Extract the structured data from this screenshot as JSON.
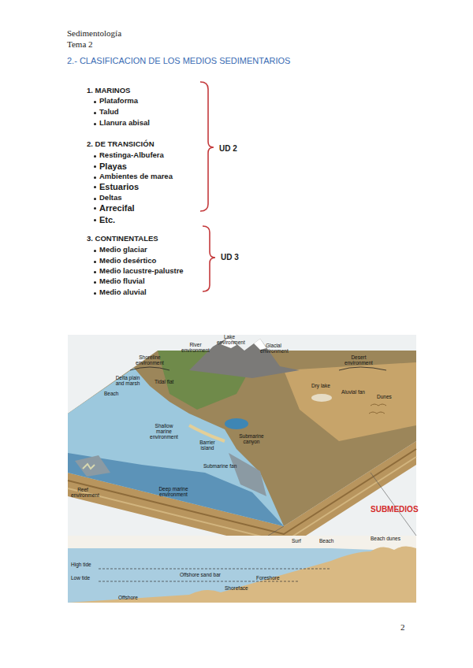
{
  "diagram": {
    "title": "2.- CLASIFICACION DE LOS MEDIOS SEDIMENTARIOS",
    "labels": [
      "Sedimentología",
      "Tema 2",
      "1. MARINOS",
      "Plataforma",
      "Talud",
      "Llanura abisal",
      "2. DE TRANSICIÓN",
      "Restinga-Albufera",
      "Playas",
      "Ambientes de marea",
      "Estuarios",
      "Deltas",
      "Arrecifal",
      "Etc.",
      "3. CONTINENTALES",
      "Medio glaciar",
      "Medio desértico",
      "Medio lacustre-palustre",
      "Medio fluvial",
      "Medio aluvial",
      "UD 2",
      "UD 3",
      "Shoreline environment",
      "River environment",
      "Lake environment",
      "Glacial environment",
      "Desert environment",
      "Delta plain and marsh",
      "Tidal flat",
      "Beach",
      "Dry lake",
      "Aluvial fan",
      "Dunes",
      "Shallow marine environment",
      "Barrier island",
      "Submarine canyon",
      "Submarine fan",
      "Reef environment",
      "Deep marine environment",
      "SUBMEDIOS",
      "Surf",
      "Beach",
      "Beach dunes",
      "High tide",
      "Low tide",
      "Offshore sand bar",
      "Foreshore",
      "Shoreface",
      "Offshore",
      "2"
    ]
  }
}
